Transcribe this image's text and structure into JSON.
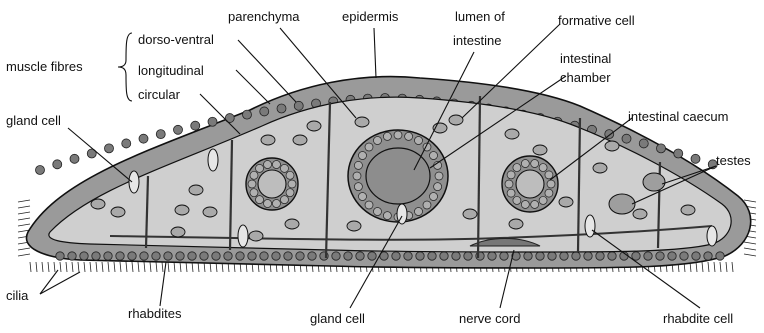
{
  "labels": {
    "muscle_fibres": "muscle fibres",
    "dorso_ventral": "dorso-ventral",
    "longitudinal": "longitudinal",
    "circular": "circular",
    "parenchyma": "parenchyma",
    "epidermis": "epidermis",
    "lumen_line1": "lumen of",
    "lumen_line2": "intestine",
    "formative_cell": "formative cell",
    "intestinal_chamber_line1": "intestinal",
    "intestinal_chamber_line2": "chamber",
    "intestinal_caecum": "intestinal caecum",
    "testes": "testes",
    "gland_cell_top": "gland cell",
    "cilia": "cilia",
    "rhabdites": "rhabdites",
    "gland_cell_bottom": "gland cell",
    "nerve_cord": "nerve cord",
    "rhabdite_cell": "rhabdite cell"
  },
  "colors": {
    "ink": "#111111",
    "body_fill": "#b9b9b9",
    "parenchyma_fill": "#cfcfcf",
    "epidermis_fill": "#9a9a9a",
    "lumen_fill": "#8d8d8d"
  }
}
